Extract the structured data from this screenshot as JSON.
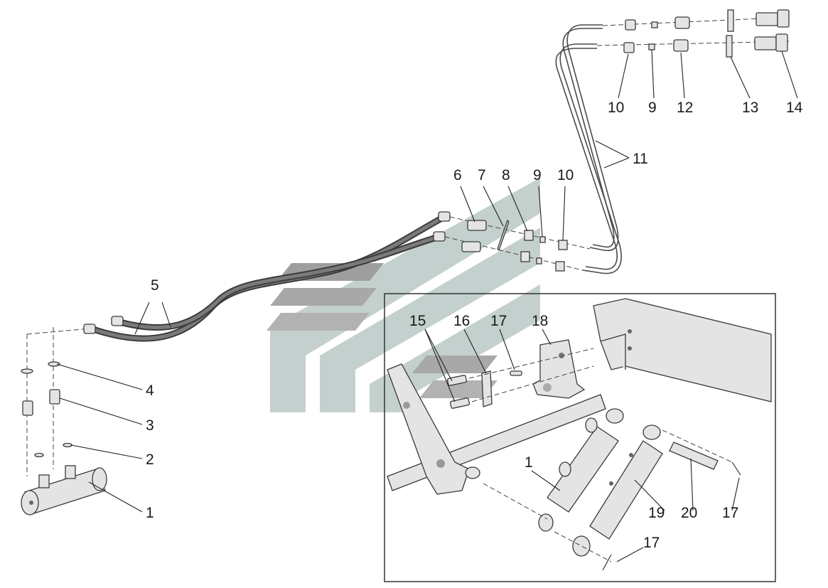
{
  "callouts": {
    "c1": "1",
    "c2": "2",
    "c3": "3",
    "c4": "4",
    "c5": "5",
    "c6": "6",
    "c7": "7",
    "c8": "8",
    "c9a": "9",
    "c10a": "10",
    "c10b": "10",
    "c9b": "9",
    "c12": "12",
    "c13": "13",
    "c14": "14",
    "c11": "11",
    "c15": "15",
    "c16": "16",
    "c17a": "17",
    "c18": "18",
    "c1b": "1",
    "c19": "19",
    "c20": "20",
    "c17b": "17",
    "c17c": "17"
  },
  "colors": {
    "watermark": "#b9c8c6",
    "watermark_dark": "#8e8e8e",
    "hose": "#3c3c3c",
    "part_fill": "#e4e4e4",
    "inset_border": "#333333"
  }
}
